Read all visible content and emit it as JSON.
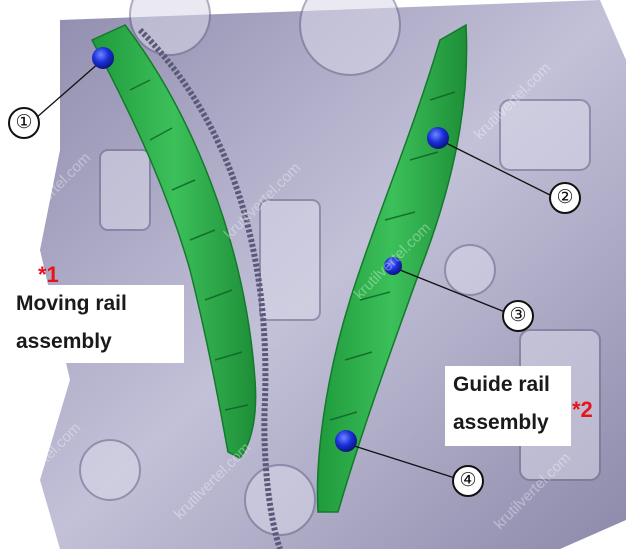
{
  "diagram": {
    "labels": {
      "moving_rail": {
        "line1": "Moving rail",
        "line2": "assembly",
        "note": "*1"
      },
      "guide_rail": {
        "line1": "Guide rail",
        "line2": "assembly",
        "note": "*2"
      }
    },
    "callouts": [
      "①",
      "②",
      "③",
      "④"
    ],
    "watermark": "krutilvertel.com",
    "colors": {
      "rail": "#2fb34e",
      "bolt": "#1a2fd8",
      "engine": "#b4b2cc",
      "note": "#e8141b"
    }
  }
}
